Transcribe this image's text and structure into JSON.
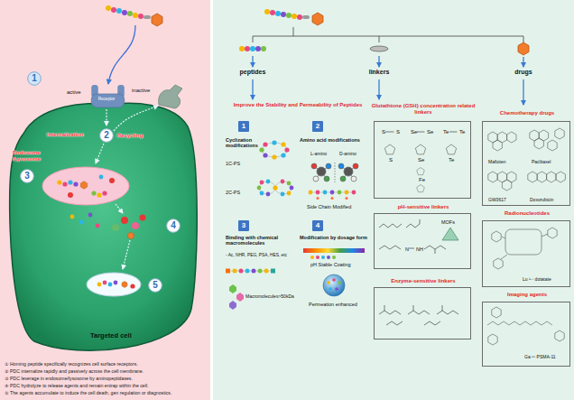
{
  "diagram": {
    "nodes": [
      {
        "text": [
          "1"
        ]
      },
      {
        "text": [
          "Targeted cell"
        ]
      },
      {
        "text": [
          "2"
        ],
        "in": 1
      },
      {
        "text": [
          "3"
        ],
        "in": 1
      },
      {
        "text": [
          "4"
        ],
        "in": 1
      },
      {
        "text": [
          "5"
        ],
        "in": 1
      },
      {
        "text": [
          "Receptor"
        ]
      },
      {
        "text": [
          "1",
          "Cyclization modifications",
          "1C-PS",
          "2C-PS"
        ]
      },
      {
        "text": [
          "2",
          "Amino acid modifications",
          "L-amino",
          "D-amino",
          "Side Chain Modified"
        ]
      },
      {
        "text": [
          "3",
          "Binding with chemical macromolecules",
          "- Ac, NHR, PEG, PSA, HES, etc",
          "Macromolecules>50kDa"
        ]
      },
      {
        "text": [
          "4",
          "Modification by dosage form",
          "pH Stable Coating",
          "Permeation enhanced"
        ]
      },
      {
        "text": [
          "Glutathione (GSH) concentration related linkers",
          "S",
          "S",
          "Se",
          "Se",
          "Te",
          "Te",
          "S",
          "Se",
          "Te",
          "Fe"
        ]
      },
      {
        "text": [
          "pH-sensitive linkers",
          "N",
          "NH",
          "MOFs"
        ]
      },
      {
        "text": [
          "Enzyme-sensitive linkers"
        ]
      },
      {
        "text": [
          "Chemotherapy drugs",
          "Maftoten",
          "Paclitaxel",
          "GW3617",
          "Doxorubicin"
        ]
      },
      {
        "text": [
          "Radionucleotides",
          "Lu ¹⁷⁷ dotatate"
        ]
      },
      {
        "text": [
          "Imaging agents",
          "Ga ⁶⁸ PSMA-11"
        ]
      }
    ],
    "labels": [
      "active",
      "inactive",
      "Internalization",
      "Recycling",
      "Endosome /Lysosome",
      "① Homing peptide specifically recognizes cell surface receptors.",
      "② PDC internalize rapidly and passively across the cell membrane.",
      "③ PDC leverage in endosome/lysosome by aminopeptidases.",
      "④ PDC hydrolyze to release agents and remain entrap within the cell.",
      "⑤ The agents accumulate to induce the cell death, gen regulation or diagnostics.",
      "peptides",
      "linkers",
      "drugs",
      "Improve the Stability and Permeability of Peptides"
    ]
  }
}
